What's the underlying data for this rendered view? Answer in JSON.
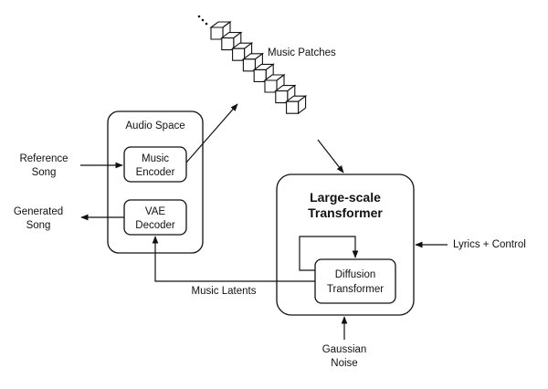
{
  "diagram": {
    "labels": {
      "music_patches": "Music Patches",
      "audio_space": "Audio Space",
      "music_encoder_line1": "Music",
      "music_encoder_line2": "Encoder",
      "vae_decoder_line1": "VAE",
      "vae_decoder_line2": "Decoder",
      "reference_song_line1": "Reference",
      "reference_song_line2": "Song",
      "generated_song_line1": "Generated",
      "generated_song_line2": "Song",
      "transformer_line1": "Large-scale",
      "transformer_line2": "Transformer",
      "diffusion_line1": "Diffusion",
      "diffusion_line2": "Transformer",
      "lyrics_control": "Lyrics + Control",
      "music_latents": "Music Latents",
      "gaussian_noise_line1": "Gaussian",
      "gaussian_noise_line2": "Noise"
    },
    "patch_count": 8
  }
}
